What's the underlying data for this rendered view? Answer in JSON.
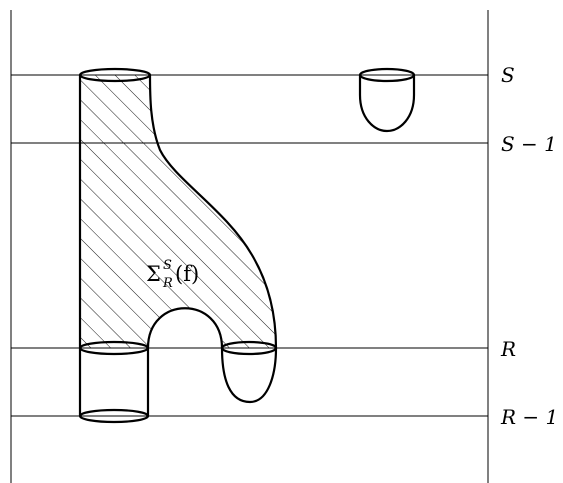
{
  "labels": {
    "level_S": "S",
    "level_S_minus_1": "S − 1",
    "level_R": "R",
    "level_R_minus_1": "R − 1"
  },
  "region_label": {
    "symbol": "Σ",
    "superscript": "S",
    "subscript": "R",
    "argument": "(f)"
  }
}
